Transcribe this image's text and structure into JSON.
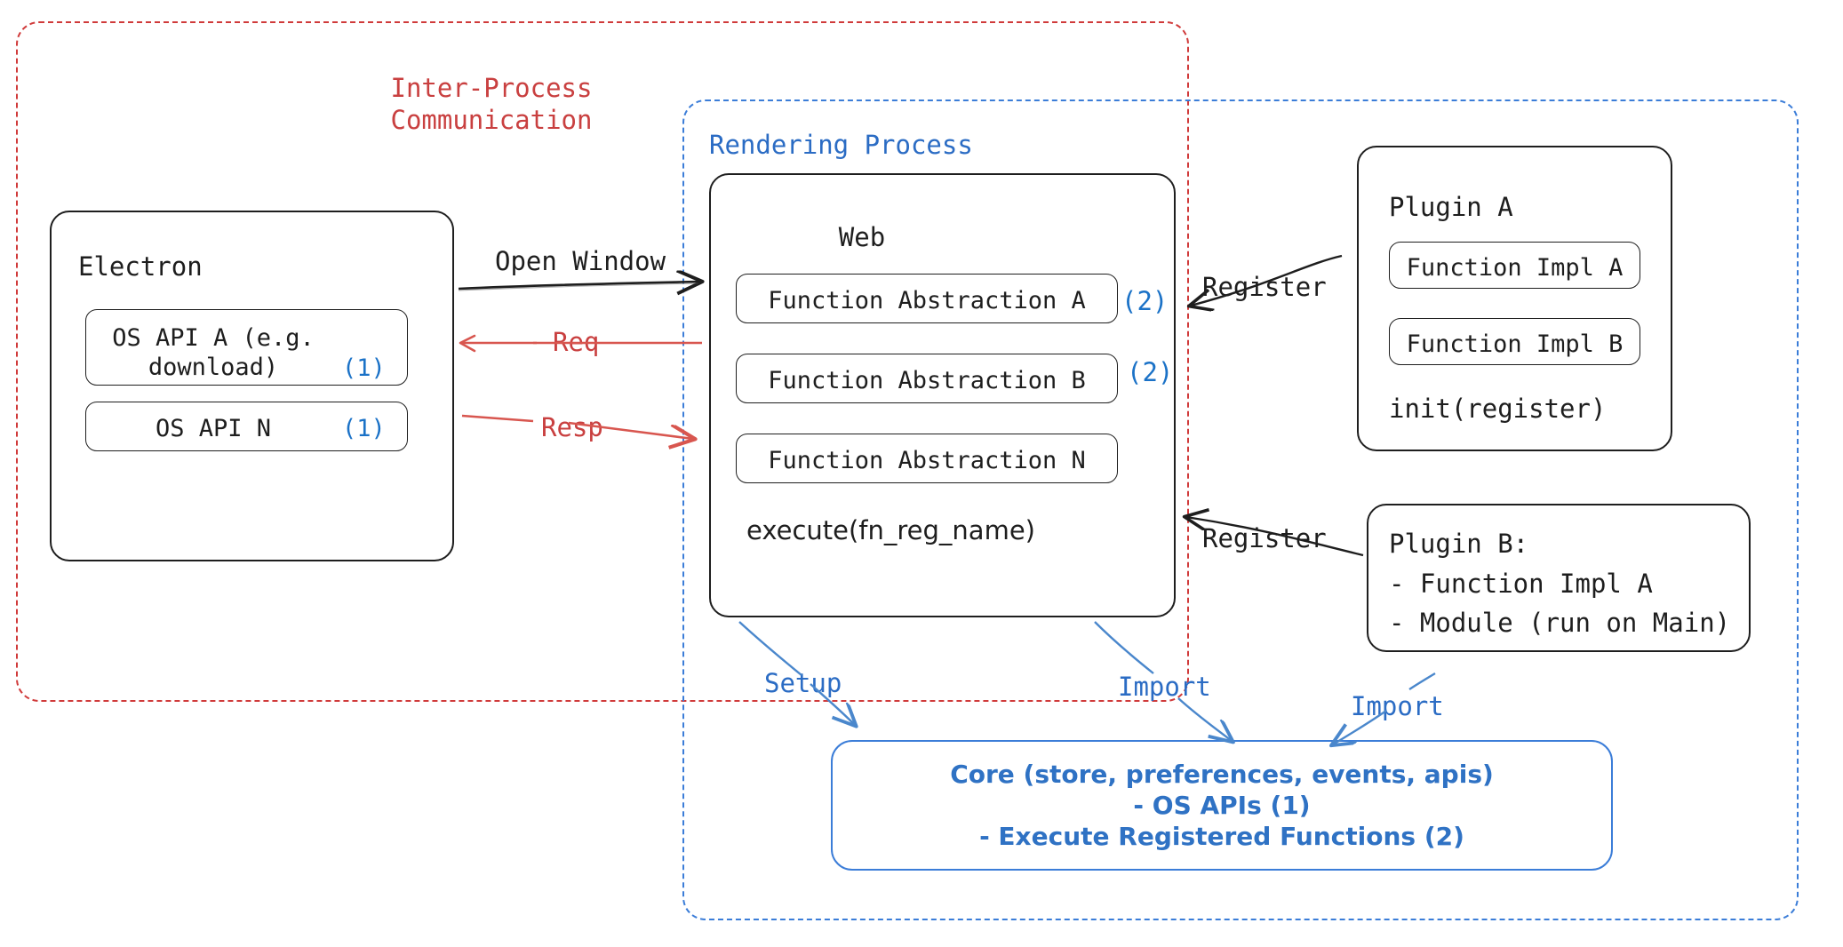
{
  "diagram": {
    "title": "Electron plugin architecture diagram",
    "colors": {
      "ipc_red": "#c94040",
      "render_blue": "#2b6cc4",
      "accent_blue": "#1b72c7",
      "core_blue": "#2f72c4",
      "stroke_dark": "#1e1e1e"
    }
  },
  "containers": {
    "ipc": {
      "label_line1": "Inter-Process",
      "label_line2": "Communication"
    },
    "rendering": {
      "label": "Rendering Process"
    }
  },
  "electron": {
    "title": "Electron",
    "apis": [
      {
        "label_line1": "OS API A (e.g.",
        "label_line2": "download)",
        "tag": "(1)"
      },
      {
        "label_line1": "OS API N",
        "label_line2": "",
        "tag": "(1)"
      }
    ]
  },
  "web": {
    "title": "Web",
    "abstractions": [
      {
        "label": "Function Abstraction A",
        "tag": "(2)"
      },
      {
        "label": "Function Abstraction B",
        "tag": "(2)"
      },
      {
        "label": "Function Abstraction N",
        "tag": ""
      }
    ],
    "footer": "execute(fn_reg_name)"
  },
  "plugin_a": {
    "title": "Plugin A",
    "items": [
      "Function Impl A",
      "Function Impl B"
    ],
    "footer": "init(register)"
  },
  "plugin_b": {
    "title": "Plugin B:",
    "items": [
      "- Function Impl A",
      "- Module (run on Main)"
    ]
  },
  "core": {
    "line1": "Core (store, preferences, events, apis)",
    "line2": "- OS APIs (1)",
    "line3": "- Execute Registered Functions (2)"
  },
  "arrows": {
    "open_window": "Open Window",
    "req": "Req",
    "resp": "Resp",
    "register_a": "Register",
    "register_b": "Register",
    "setup": "Setup",
    "import_web": "Import",
    "import_plugin": "Import"
  }
}
